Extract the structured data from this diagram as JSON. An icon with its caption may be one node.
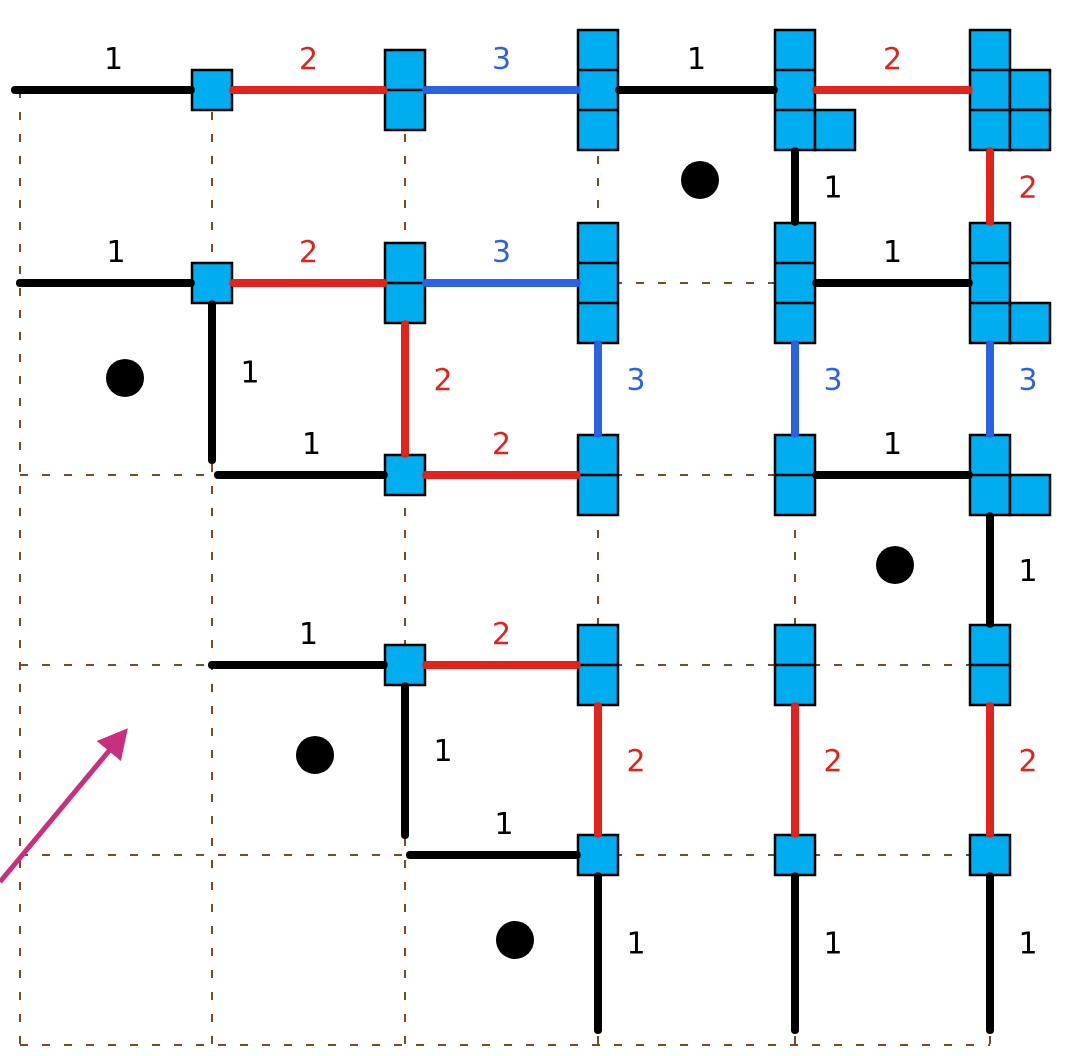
{
  "diagram": {
    "nodes": [
      {
        "text": [],
        "shape": "box"
      },
      {
        "text": [],
        "shape": "box"
      },
      {
        "text": [],
        "shape": "box"
      },
      {
        "text": [],
        "shape": "box"
      },
      {
        "text": [],
        "shape": "box"
      },
      {
        "text": [],
        "shape": "box"
      },
      {
        "text": [],
        "shape": "box"
      },
      {
        "text": [],
        "shape": "box"
      },
      {
        "text": [],
        "shape": "box"
      },
      {
        "text": [],
        "shape": "box"
      },
      {
        "text": [],
        "shape": "box"
      },
      {
        "text": [],
        "shape": "box"
      },
      {
        "text": [],
        "shape": "box"
      },
      {
        "text": [],
        "shape": "box"
      },
      {
        "text": [],
        "shape": "box"
      },
      {
        "text": [],
        "shape": "box"
      },
      {
        "text": [],
        "shape": "box"
      },
      {
        "text": [],
        "shape": "box"
      },
      {
        "text": [],
        "shape": "box"
      },
      {
        "text": [],
        "shape": "box"
      },
      {
        "text": [],
        "shape": "box"
      }
    ],
    "edges": [
      {
        "from": null,
        "to": 0,
        "arrow": "none",
        "label": "1"
      },
      {
        "from": 0,
        "to": 1,
        "arrow": "none",
        "label": "2",
        "color": "#e0231c"
      },
      {
        "from": 1,
        "to": 2,
        "arrow": "none",
        "label": "3",
        "color": "#2a62e0"
      },
      {
        "from": 2,
        "to": 3,
        "arrow": "none",
        "label": "1"
      },
      {
        "from": 3,
        "to": 4,
        "arrow": "none",
        "label": "2",
        "color": "#e0231c"
      },
      {
        "from": 3,
        "to": 8,
        "arrow": "none",
        "label": "1"
      },
      {
        "from": 4,
        "to": 9,
        "arrow": "none",
        "label": "2",
        "color": "#e0231c"
      },
      {
        "from": null,
        "to": 5,
        "arrow": "none",
        "label": "1"
      },
      {
        "from": 5,
        "to": 6,
        "arrow": "none",
        "label": "2",
        "color": "#e0231c"
      },
      {
        "from": 6,
        "to": 7,
        "arrow": "none",
        "label": "3",
        "color": "#2a62e0"
      },
      {
        "from": 8,
        "to": 9,
        "arrow": "none",
        "label": "1"
      },
      {
        "from": 5,
        "to": null,
        "arrow": "none",
        "label": "1"
      },
      {
        "from": null,
        "to": 10,
        "arrow": "none",
        "label": "1"
      },
      {
        "from": 6,
        "to": 10,
        "arrow": "none",
        "label": "2",
        "color": "#e0231c"
      },
      {
        "from": 7,
        "to": 11,
        "arrow": "none",
        "label": "3",
        "color": "#2a62e0"
      },
      {
        "from": 10,
        "to": 11,
        "arrow": "none",
        "label": "2",
        "color": "#e0231c"
      },
      {
        "from": 8,
        "to": 12,
        "arrow": "none",
        "label": "3",
        "color": "#2a62e0"
      },
      {
        "from": 9,
        "to": 13,
        "arrow": "none",
        "label": "3",
        "color": "#2a62e0"
      },
      {
        "from": 12,
        "to": 13,
        "arrow": "none",
        "label": "1"
      },
      {
        "from": 13,
        "to": 17,
        "arrow": "none",
        "label": "1"
      },
      {
        "from": null,
        "to": 14,
        "arrow": "none",
        "label": "1"
      },
      {
        "from": 14,
        "to": 15,
        "arrow": "none",
        "label": "2",
        "color": "#e0231c"
      },
      {
        "from": 14,
        "to": null,
        "arrow": "none",
        "label": "1"
      },
      {
        "from": null,
        "to": 18,
        "arrow": "none",
        "label": "1"
      },
      {
        "from": 15,
        "to": 18,
        "arrow": "none",
        "label": "2",
        "color": "#e0231c"
      },
      {
        "from": 16,
        "to": 19,
        "arrow": "none",
        "label": "2",
        "color": "#e0231c"
      },
      {
        "from": 17,
        "to": 20,
        "arrow": "none",
        "label": "2",
        "color": "#e0231c"
      },
      {
        "from": 18,
        "to": null,
        "arrow": "none",
        "label": "1"
      },
      {
        "from": 19,
        "to": null,
        "arrow": "none",
        "label": "1"
      },
      {
        "from": 20,
        "to": null,
        "arrow": "none",
        "label": "1"
      }
    ]
  }
}
